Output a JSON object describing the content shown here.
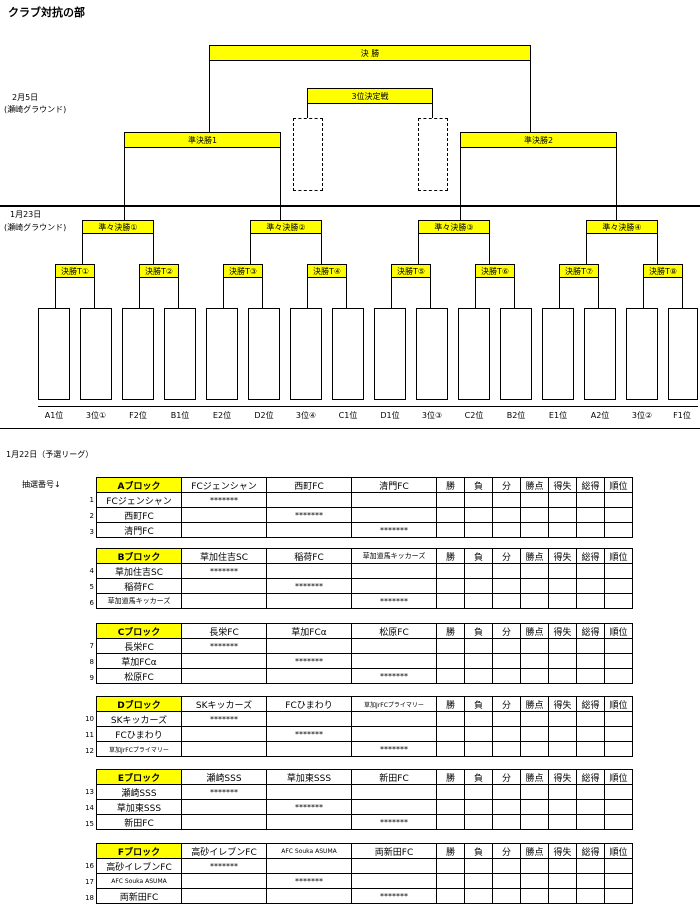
{
  "title": "クラブ対抗の部",
  "final_day": {
    "date": "2月5日",
    "venue": "(瀬崎グラウンド)"
  },
  "qf_day": {
    "date": "1月23日",
    "venue": "(瀬崎グラウンド)"
  },
  "league_header": "1月22日（予選リーグ）",
  "lottery_label": "抽選番号↓",
  "bracket": {
    "final": "決 勝",
    "third": "3位決定戦",
    "semi1": "準決勝1",
    "semi2": "準決勝2",
    "qf": [
      "準々決勝①",
      "準々決勝②",
      "準々決勝③",
      "準々決勝④"
    ],
    "r1": [
      "決勝T①",
      "決勝T②",
      "決勝T③",
      "決勝T④",
      "決勝T⑤",
      "決勝T⑥",
      "決勝T⑦",
      "決勝T⑧"
    ],
    "seeds": [
      "A1位",
      "3位①",
      "F2位",
      "B1位",
      "E2位",
      "D2位",
      "3位④",
      "C1位",
      "D1位",
      "3位③",
      "C2位",
      "B2位",
      "E1位",
      "A2位",
      "3位②",
      "F1位"
    ]
  },
  "result_cols": [
    "勝",
    "負",
    "分",
    "勝点",
    "得失",
    "総得",
    "順位"
  ],
  "stars": "*******",
  "blocks": [
    {
      "name": "Aブロック",
      "start": 1,
      "teams": [
        "FCジェンシャン",
        "西町FC",
        "清門FC"
      ]
    },
    {
      "name": "Bブロック",
      "start": 4,
      "teams": [
        "草加住吉SC",
        "稲荷FC",
        "草加道馬キッカーズ"
      ]
    },
    {
      "name": "Cブロック",
      "start": 7,
      "teams": [
        "長栄FC",
        "草加FCα",
        "松原FC"
      ]
    },
    {
      "name": "Dブロック",
      "start": 10,
      "teams": [
        "SKキッカーズ",
        "FCひまわり",
        "草加JrFCプライマリー"
      ]
    },
    {
      "name": "Eブロック",
      "start": 13,
      "teams": [
        "瀬崎SSS",
        "草加東SSS",
        "新田FC"
      ]
    },
    {
      "name": "Fブロック",
      "start": 16,
      "teams": [
        "高砂イレブンFC",
        "AFC Souka ASUMA",
        "両新田FC"
      ]
    }
  ]
}
